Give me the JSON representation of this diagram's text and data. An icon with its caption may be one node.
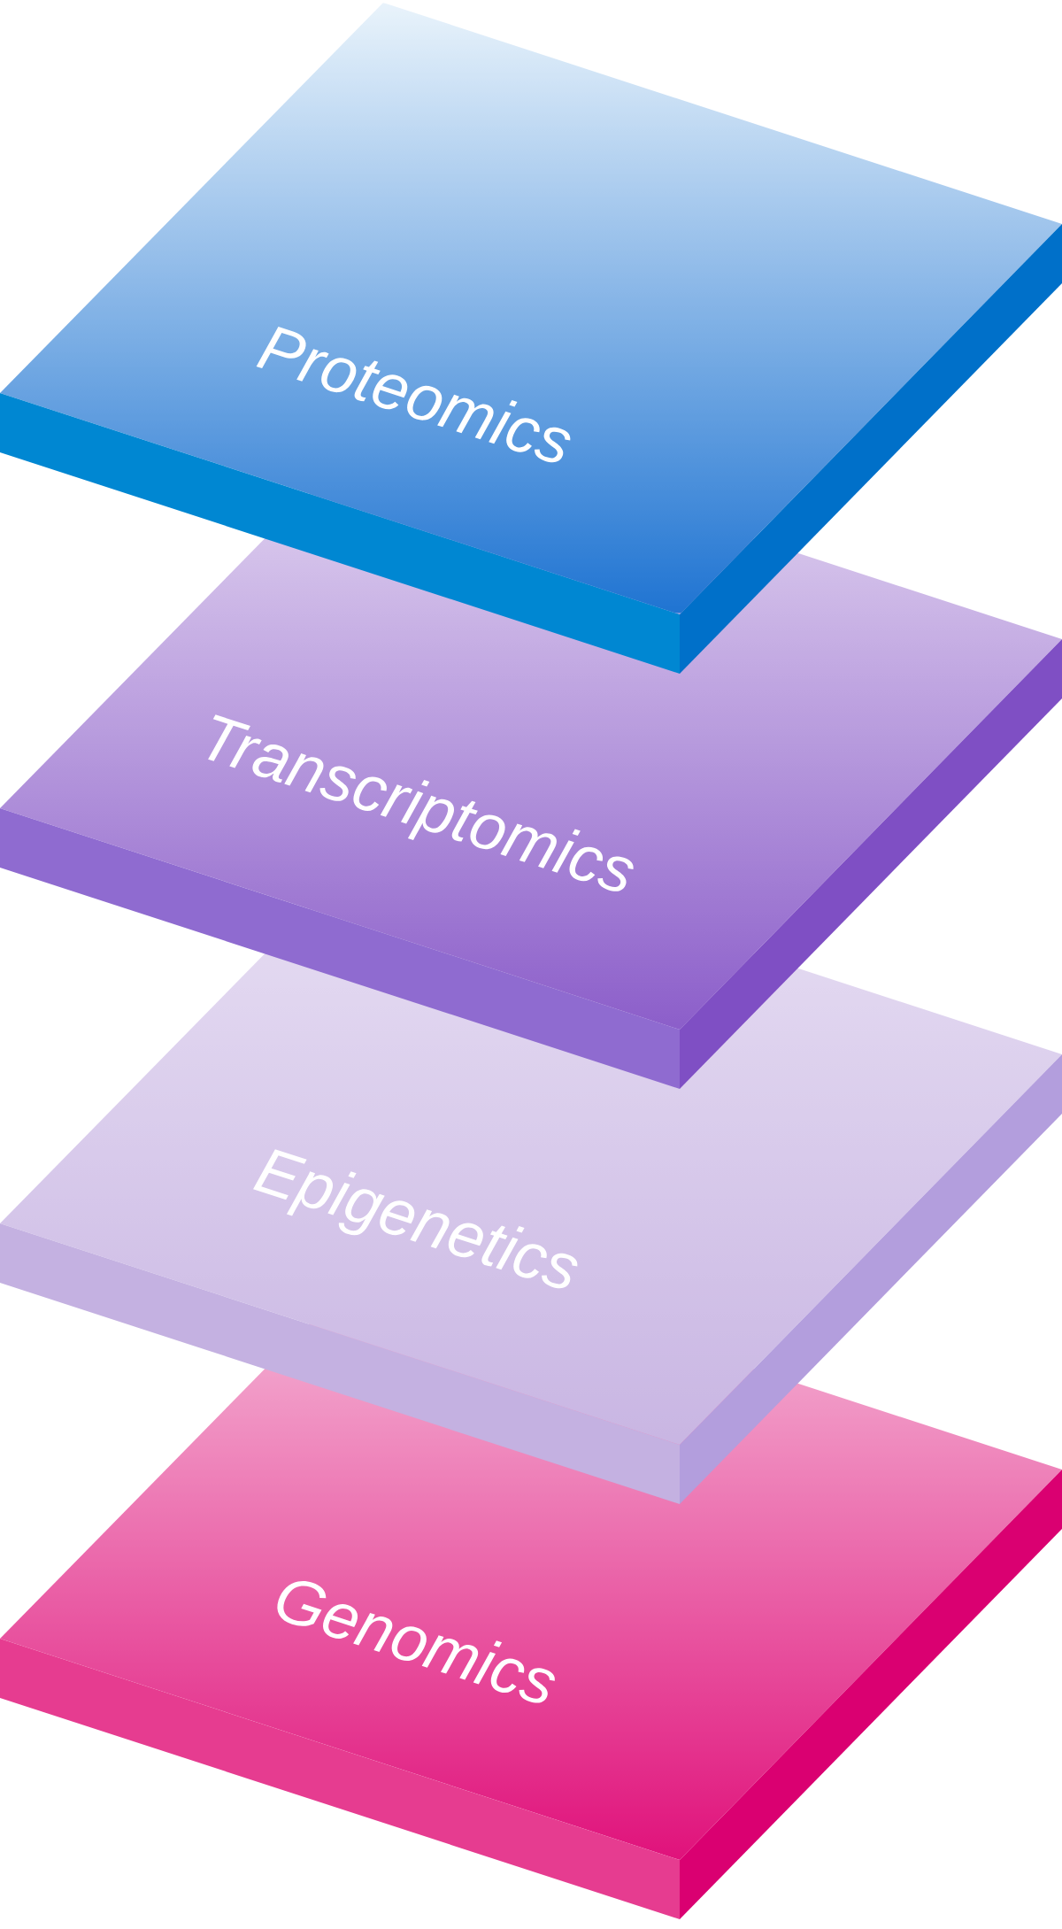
{
  "diagram": {
    "nodes": [
      {
        "text": [
          "Proteomics"
        ]
      },
      {
        "text": [
          "Transcriptomics"
        ]
      },
      {
        "text": [
          "Epigenetics"
        ]
      },
      {
        "text": [
          "Genomics"
        ]
      }
    ]
  }
}
